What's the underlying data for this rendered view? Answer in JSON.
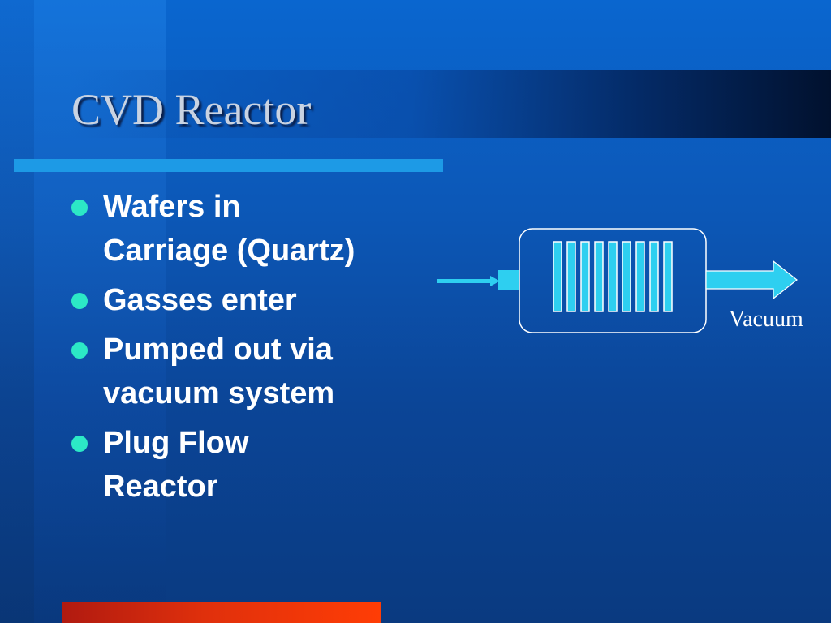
{
  "slide": {
    "title": "CVD Reactor",
    "bullets": [
      {
        "line1": "Wafers in",
        "line2": "Carriage (Quartz)"
      },
      {
        "line1": "Gasses enter",
        "line2": ""
      },
      {
        "line1": "Pumped out via",
        "line2": "vacuum system"
      },
      {
        "line1": "Plug Flow",
        "line2": "Reactor"
      }
    ]
  },
  "diagram": {
    "outlet_label": "Vacuum",
    "wafer_count": 9
  },
  "colors": {
    "background": "#0a57b8",
    "accent_rule": "#1d9ae6",
    "bullet": "#2ce8c6",
    "diagram_fill": "#2ecff0",
    "footer": "#ff3d05",
    "title_text": "#c9d3e2"
  }
}
